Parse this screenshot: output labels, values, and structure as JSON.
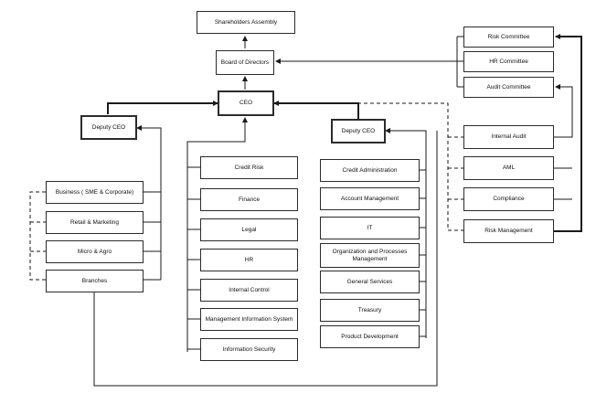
{
  "nodes": {
    "shareholders": "Shareholders Assembly",
    "board": "Board of Directors",
    "ceo": "CEO",
    "deputy_ceo_left": "Deputy CEO",
    "deputy_ceo_right": "Deputy CEO",
    "committees": [
      "Risk Committee",
      "HR Committee",
      "Audit Committee"
    ],
    "control_units": [
      "Internal Audit",
      "AML",
      "Compliance",
      "Risk Management"
    ],
    "business_units": [
      "Business ( SME & Corporate)",
      "Retail & Marketing",
      "Micro & Agro",
      "Branches"
    ],
    "ceo_units": [
      "Credit Risk",
      "Finance",
      "Legal",
      "HR",
      "Internal Control",
      "Management Information System",
      "Information Security"
    ],
    "deputy_units": [
      "Credit Administration",
      "Account Management",
      "IT",
      "Organization and Processes Management",
      "General Services",
      "Treasury",
      "Product Development"
    ]
  },
  "colors": {
    "line": "#1a1a1a",
    "border": "#2b2b2b"
  }
}
